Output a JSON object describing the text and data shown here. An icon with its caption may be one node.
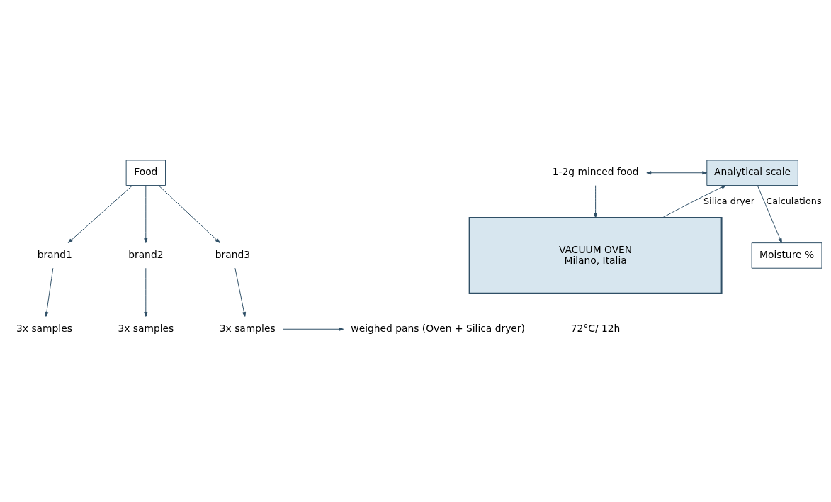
{
  "diagram": {
    "nodes": [
      {
        "text": [
          "Food"
        ]
      },
      {
        "text": [
          "brand1"
        ]
      },
      {
        "text": [
          "brand2"
        ]
      },
      {
        "text": [
          "brand3"
        ]
      },
      {
        "text": [
          "3x samples"
        ]
      },
      {
        "text": [
          "3x samples"
        ]
      },
      {
        "text": [
          "3x samples"
        ]
      },
      {
        "text": [
          "weighed pans (Oven + Silica dryer)"
        ]
      },
      {
        "text": [
          "1-2g minced food"
        ]
      },
      {
        "text": [
          "Analytical scale"
        ]
      },
      {
        "text": [
          "VACUUM OVEN",
          "Milano, Italia"
        ],
        "beside": [
          "72°C/ 12h"
        ]
      },
      {
        "text": [
          "Moisture %"
        ]
      }
    ],
    "edges": [
      {
        "from": 0,
        "to": 1,
        "arrow": "to"
      },
      {
        "from": 0,
        "to": 2,
        "arrow": "to"
      },
      {
        "from": 0,
        "to": 3,
        "arrow": "to"
      },
      {
        "from": 1,
        "to": 4,
        "arrow": "to"
      },
      {
        "from": 2,
        "to": 5,
        "arrow": "to"
      },
      {
        "from": 3,
        "to": 6,
        "arrow": "to"
      },
      {
        "from": 6,
        "to": 7,
        "arrow": "to"
      },
      {
        "from": 8,
        "to": 9,
        "arrow": "both"
      },
      {
        "from": 8,
        "to": 10,
        "arrow": "to"
      },
      {
        "from": 10,
        "to": 9,
        "arrow": "to",
        "label": "Silica dryer"
      },
      {
        "from": 9,
        "to": 11,
        "arrow": "to",
        "label": "Calculations"
      }
    ]
  }
}
